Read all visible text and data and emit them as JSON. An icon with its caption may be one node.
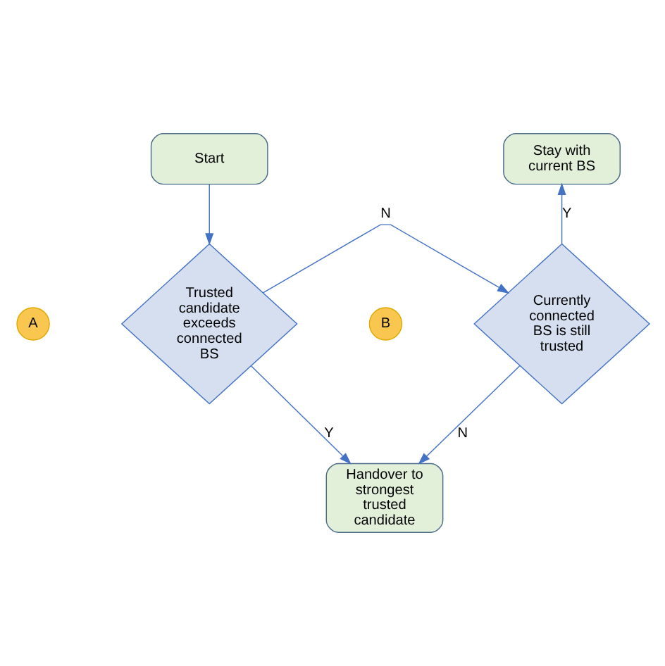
{
  "diagram": {
    "nodes": [
      {
        "text": [
          "Start"
        ]
      },
      {
        "text": [
          "A"
        ]
      },
      {
        "text": [
          "Trusted candidate exceeds connected BS"
        ]
      },
      {
        "text": [
          "B"
        ]
      },
      {
        "text": [
          "Currently connected BS is still trusted"
        ]
      },
      {
        "text": [
          "Stay with current BS"
        ]
      },
      {
        "text": [
          "Handover to strongest trusted candidate"
        ]
      }
    ],
    "edges": [
      {
        "from": 0,
        "to": 2,
        "arrow": "to"
      },
      {
        "from": 2,
        "to": 4,
        "arrow": "to",
        "label": "N"
      },
      {
        "from": 2,
        "to": 6,
        "arrow": "to",
        "label": "Y"
      },
      {
        "from": 4,
        "to": 5,
        "arrow": "to",
        "label": "Y"
      },
      {
        "from": 4,
        "to": 6,
        "arrow": "to",
        "label": "N"
      }
    ]
  }
}
